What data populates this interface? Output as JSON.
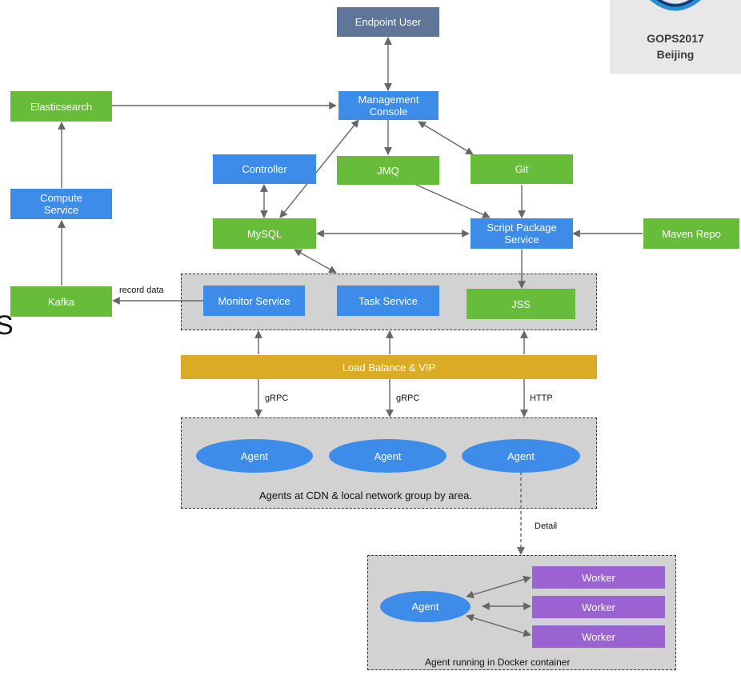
{
  "logo": {
    "line1": "GOPS2017",
    "line2": "Beijing"
  },
  "cropped_glyph": "S",
  "nodes": {
    "endpoint_user": "Endpoint User",
    "management_console": "Management\nConsole",
    "elasticsearch": "Elasticsearch",
    "compute_service": "Compute\nService",
    "kafka": "Kafka",
    "controller": "Controller",
    "jmq": "JMQ",
    "git": "Git",
    "mysql": "MySQL",
    "script_package_service": "Script Package\nService",
    "maven_repo": "Maven Repo",
    "monitor_service": "Monitor Service",
    "task_service": "Task Service",
    "jss": "JSS",
    "load_balance": "Load Balance & VIP",
    "agent_1": "Agent",
    "agent_2": "Agent",
    "agent_3": "Agent",
    "agent_detail": "Agent",
    "worker_1": "Worker",
    "worker_2": "Worker",
    "worker_3": "Worker"
  },
  "edge_labels": {
    "record_data": "record data",
    "grpc_1": "gRPC",
    "grpc_2": "gRPC",
    "http": "HTTP",
    "detail": "Detail"
  },
  "groups": {
    "agents_group": "Agents at CDN & local network group by area.",
    "docker_group": "Agent running in Docker container"
  },
  "colors": {
    "green": "#67bd39",
    "blue": "#3e8ce9",
    "slate": "#5f7698",
    "gold": "#dcab26",
    "purple": "#9b63d2",
    "arrow": "#666666"
  }
}
